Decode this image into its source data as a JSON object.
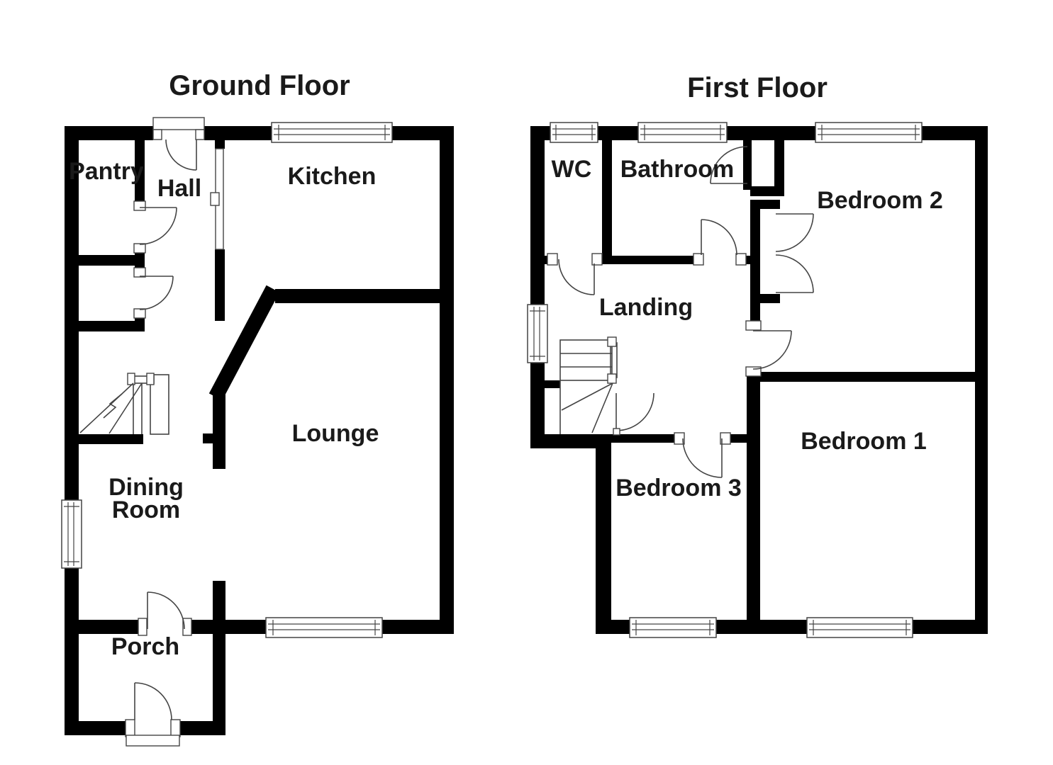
{
  "page": {
    "background": "#ffffff",
    "wall_color": "#000000",
    "line_color": "#444444",
    "text_color": "#1a1a1a"
  },
  "ground_floor": {
    "title": "Ground Floor",
    "rooms": {
      "pantry": "Pantry",
      "hall": "Hall",
      "kitchen": "Kitchen",
      "lounge": "Lounge",
      "dining_room": "Dining Room",
      "porch": "Porch"
    }
  },
  "first_floor": {
    "title": "First Floor",
    "rooms": {
      "wc": "WC",
      "bathroom": "Bathroom",
      "bedroom2": "Bedroom 2",
      "landing": "Landing",
      "bedroom3": "Bedroom 3",
      "bedroom1": "Bedroom 1"
    }
  }
}
